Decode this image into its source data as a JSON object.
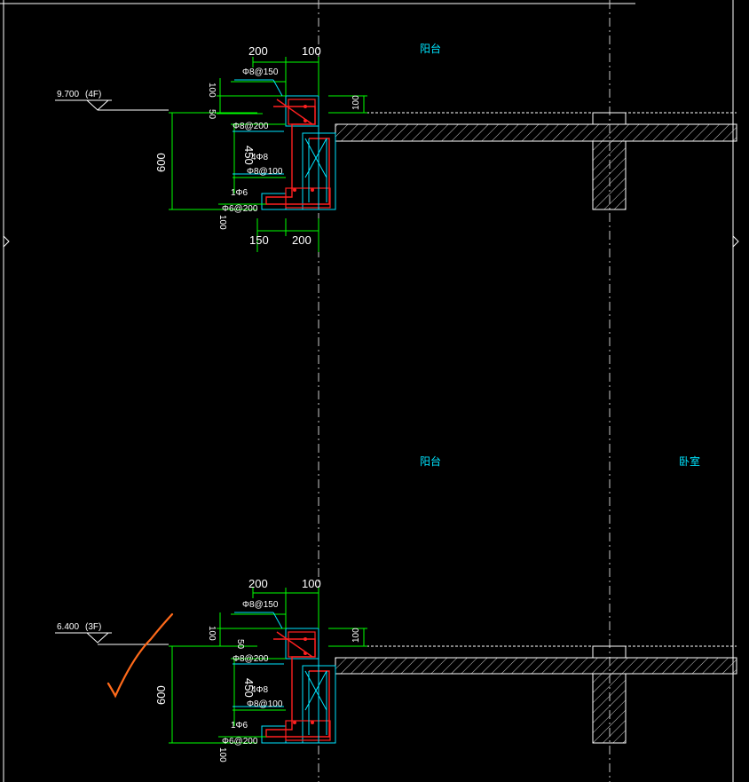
{
  "rooms": {
    "balcony_top": "阳台",
    "balcony_bottom": "阳台",
    "bedroom": "卧室"
  },
  "top_detail": {
    "level": "9.700",
    "floor": "(4F)",
    "dim_200": "200",
    "dim_100_top": "100",
    "dim_100_left": "100",
    "dim_50": "50",
    "dim_100_right": "100",
    "dim_600": "600",
    "dim_450": "450",
    "dim_100_bottom": "100",
    "dim_150": "150",
    "dim_200_bottom": "200",
    "rebar_1": "Φ8@150",
    "rebar_2": "Φ8@200",
    "rebar_3": "4Φ8",
    "rebar_4": "Φ8@100",
    "rebar_5": "1Φ6",
    "rebar_6": "Φ6@200"
  },
  "bottom_detail": {
    "level": "6.400",
    "floor": "(3F)",
    "dim_200": "200",
    "dim_100_top": "100",
    "dim_100_left": "100",
    "dim_50": "50",
    "dim_100_right": "100",
    "dim_600": "600",
    "dim_450": "450",
    "dim_100_bottom": "100",
    "rebar_1": "Φ8@150",
    "rebar_2": "Φ8@200",
    "rebar_3": "4Φ8",
    "rebar_4": "Φ8@100",
    "rebar_5": "1Φ6",
    "rebar_6": "Φ6@200"
  },
  "colors": {
    "background": "#000000",
    "line": "#ffffff",
    "dimension": "#00ff00",
    "rebar_cyan": "#00e5ff",
    "rebar_red": "#ff2020",
    "annotation": "#ff6a1a"
  }
}
